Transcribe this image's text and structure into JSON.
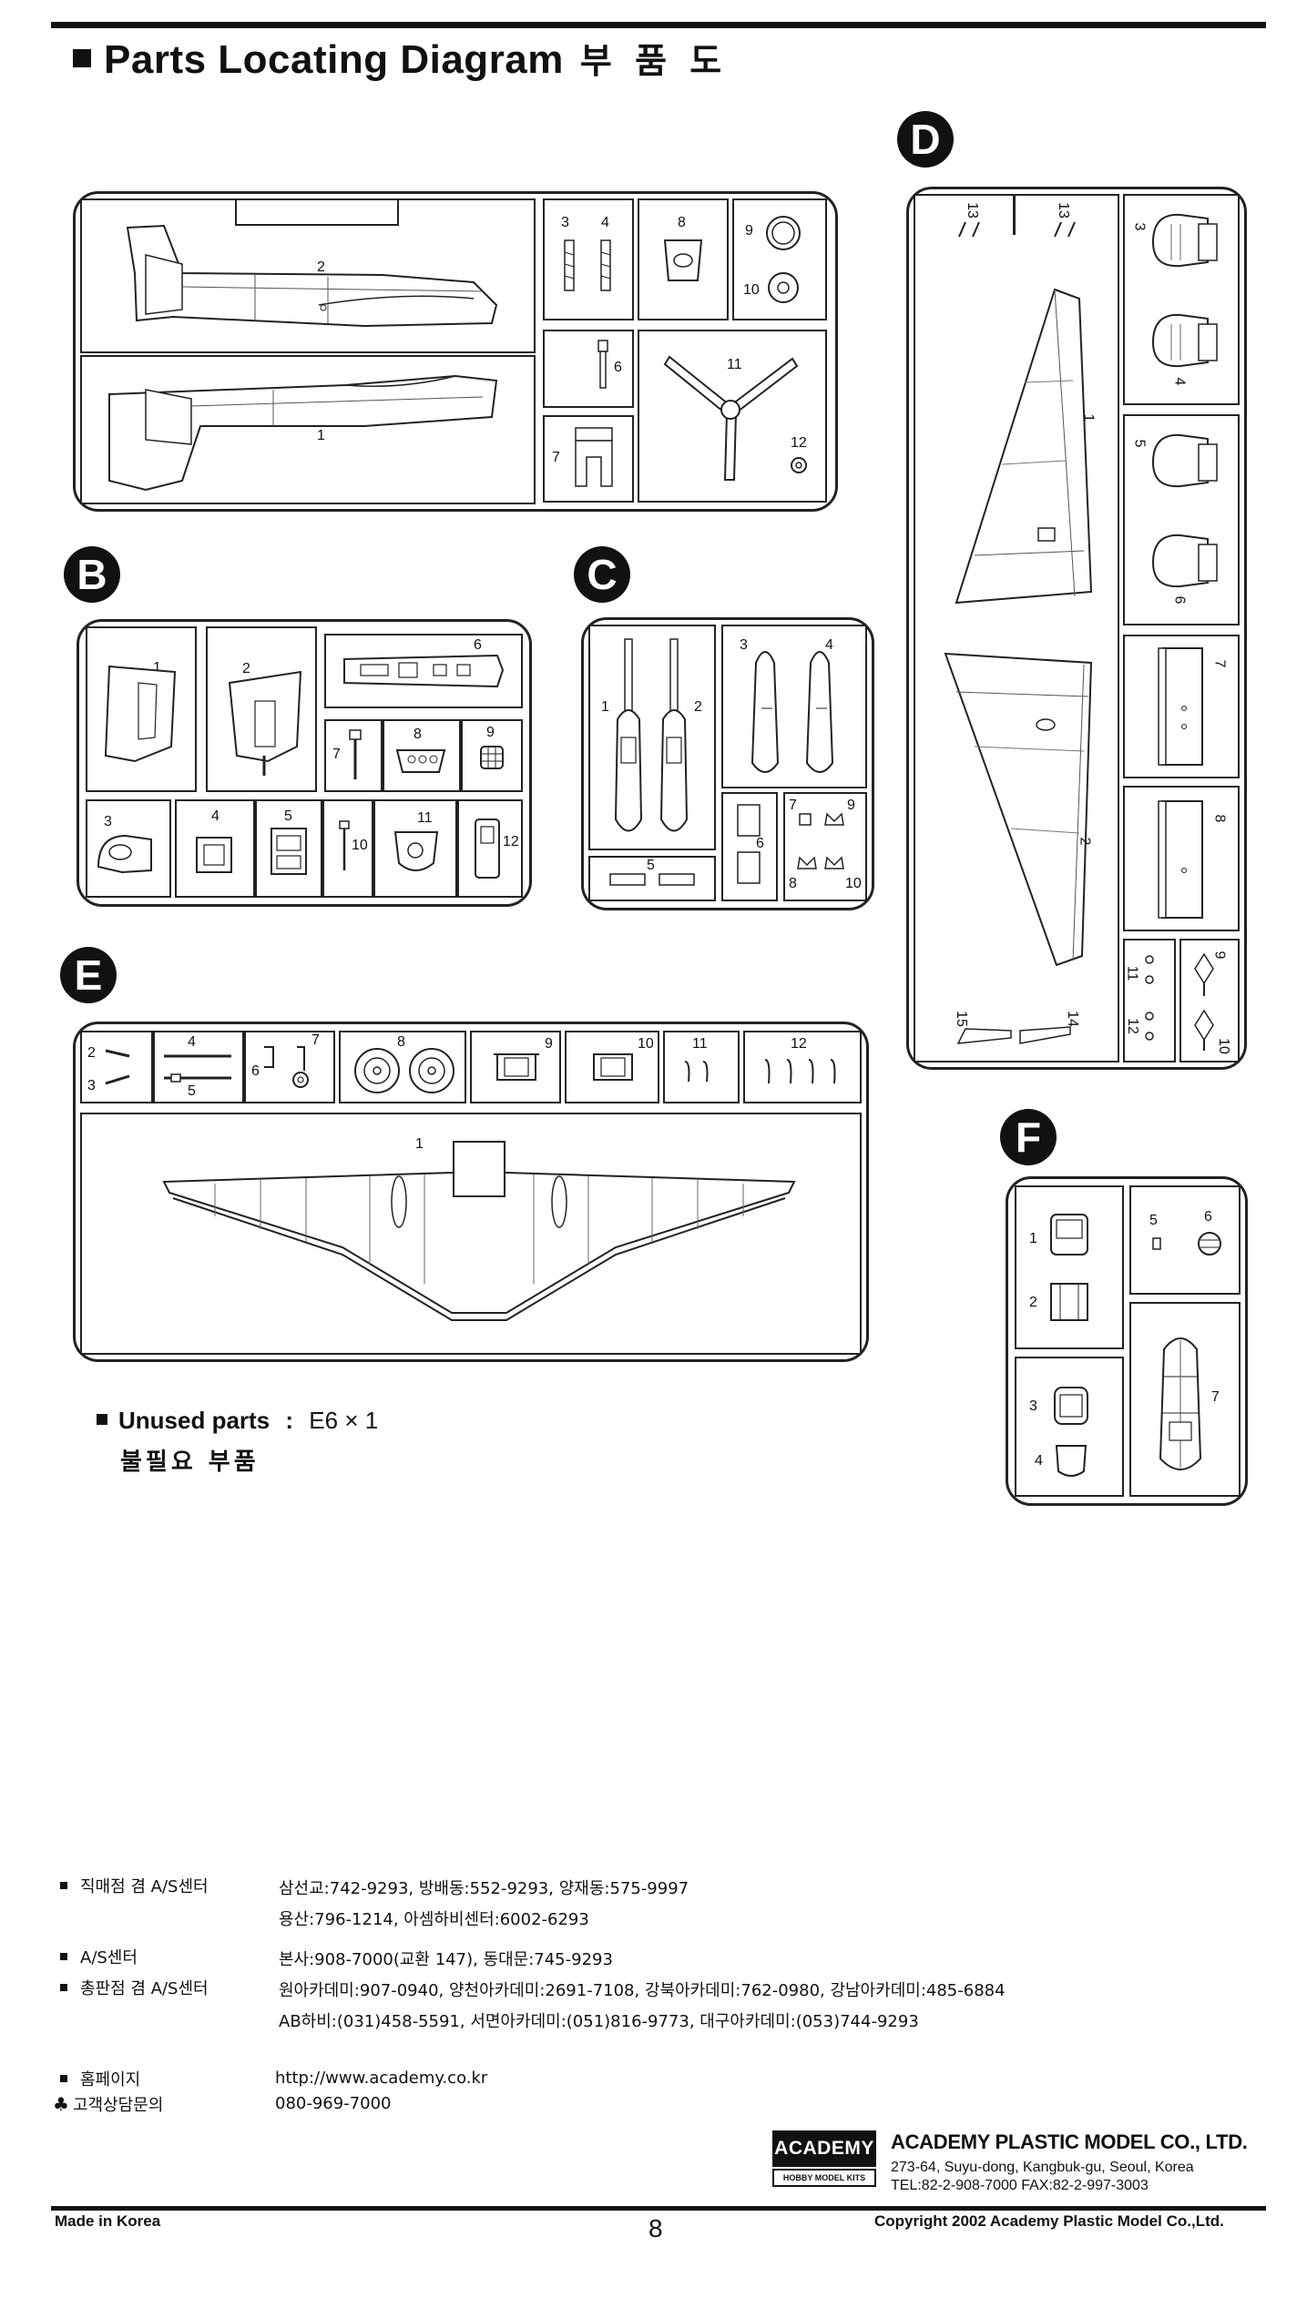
{
  "header": {
    "title": "Parts Locating Diagram",
    "title_kr": "부 품 도"
  },
  "sprues": {
    "A": {
      "labels": [
        "2",
        "1",
        "3",
        "4",
        "8",
        "9",
        "10",
        "6",
        "11",
        "7",
        "12"
      ]
    },
    "B": {
      "letter": "B",
      "labels": [
        "1",
        "2",
        "6",
        "7",
        "8",
        "9",
        "3",
        "4",
        "5",
        "10",
        "11",
        "12"
      ]
    },
    "C": {
      "letter": "C",
      "labels": [
        "1",
        "2",
        "3",
        "4",
        "5",
        "6",
        "7",
        "8",
        "9",
        "10"
      ]
    },
    "D": {
      "letter": "D",
      "labels": [
        "13",
        "13",
        "1",
        "2",
        "3",
        "4",
        "5",
        "6",
        "7",
        "8",
        "9",
        "10",
        "11",
        "12",
        "14",
        "15"
      ]
    },
    "E": {
      "letter": "E",
      "labels": [
        "2",
        "3",
        "4",
        "5",
        "6",
        "7",
        "8",
        "9",
        "10",
        "11",
        "12",
        "1"
      ]
    },
    "F": {
      "letter": "F",
      "labels": [
        "1",
        "2",
        "3",
        "4",
        "5",
        "6",
        "7"
      ]
    }
  },
  "unused": {
    "label": "Unused parts",
    "colon": ":",
    "value": "E6 × 1",
    "label_kr": "불필요 부품"
  },
  "contacts": [
    {
      "title": "직매점 겸 A/S센터",
      "lines": [
        "삼선교:742-9293, 방배동:552-9293, 양재동:575-9997",
        "용산:796-1214, 아셈하비센터:6002-6293"
      ]
    },
    {
      "title": "A/S센터",
      "lines": [
        "본사:908-7000(교환 147), 동대문:745-9293"
      ]
    },
    {
      "title": "총판점 겸 A/S센터",
      "lines": [
        "원아카데미:907-0940, 양천아카데미:2691-7108, 강북아카데미:762-0980, 강남아카데미:485-6884",
        "AB하비:(031)458-5591, 서면아카데미:(051)816-9773, 대구아카데미:(053)744-9293"
      ]
    },
    {
      "title": "홈페이지",
      "lines": [
        "http://www.academy.co.kr"
      ]
    },
    {
      "title": "고객상담문의",
      "lines": [
        "080-969-7000"
      ]
    }
  ],
  "company": {
    "logo_text": "ACADEMY",
    "logo_sub": "HOBBY MODEL KITS",
    "name": "ACADEMY PLASTIC MODEL CO., LTD.",
    "address": "273-64, Suyu-dong, Kangbuk-gu, Seoul, Korea",
    "tel": "TEL:82-2-908-7000  FAX:82-2-997-3003"
  },
  "footer": {
    "made_in": "Made in Korea",
    "page_number": "8",
    "copyright": "Copyright 2002 Academy Plastic Model Co.,Ltd."
  }
}
